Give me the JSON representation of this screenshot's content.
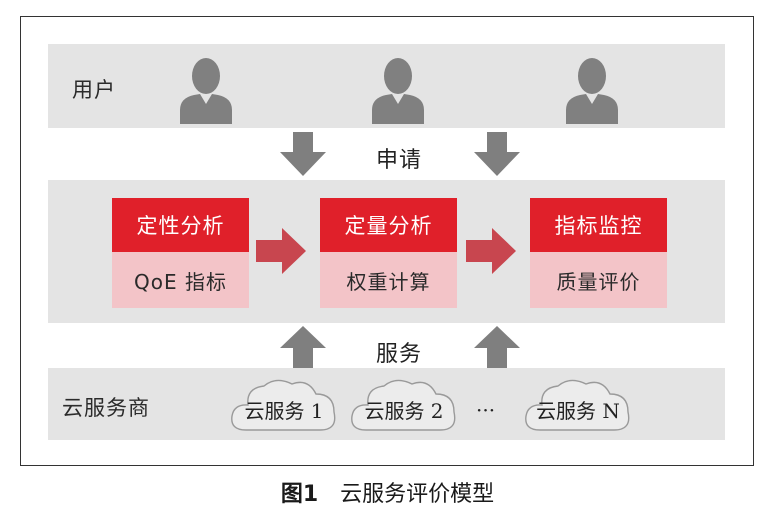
{
  "layers": {
    "user_label": "用户",
    "middle_labels": {
      "apply": "申请",
      "service": "服务"
    },
    "provider_label": "云服务商"
  },
  "analysis_boxes": [
    {
      "title": "定性分析",
      "detail": "QoE 指标"
    },
    {
      "title": "定量分析",
      "detail": "权重计算"
    },
    {
      "title": "指标监控",
      "detail": "质量评价"
    }
  ],
  "cloud_services": [
    "云服务 1",
    "云服务 2",
    "云服务 N"
  ],
  "ellipsis": "···",
  "caption": {
    "figure_number": "图1",
    "title": "云服务评价模型"
  },
  "colors": {
    "band": "#e4e4e4",
    "box_top": "#e0202a",
    "box_bottom": "#f3c4c8",
    "flow_arrow": "#c8464f",
    "gray_arrow": "#7f7f7f",
    "person": "#808080"
  }
}
